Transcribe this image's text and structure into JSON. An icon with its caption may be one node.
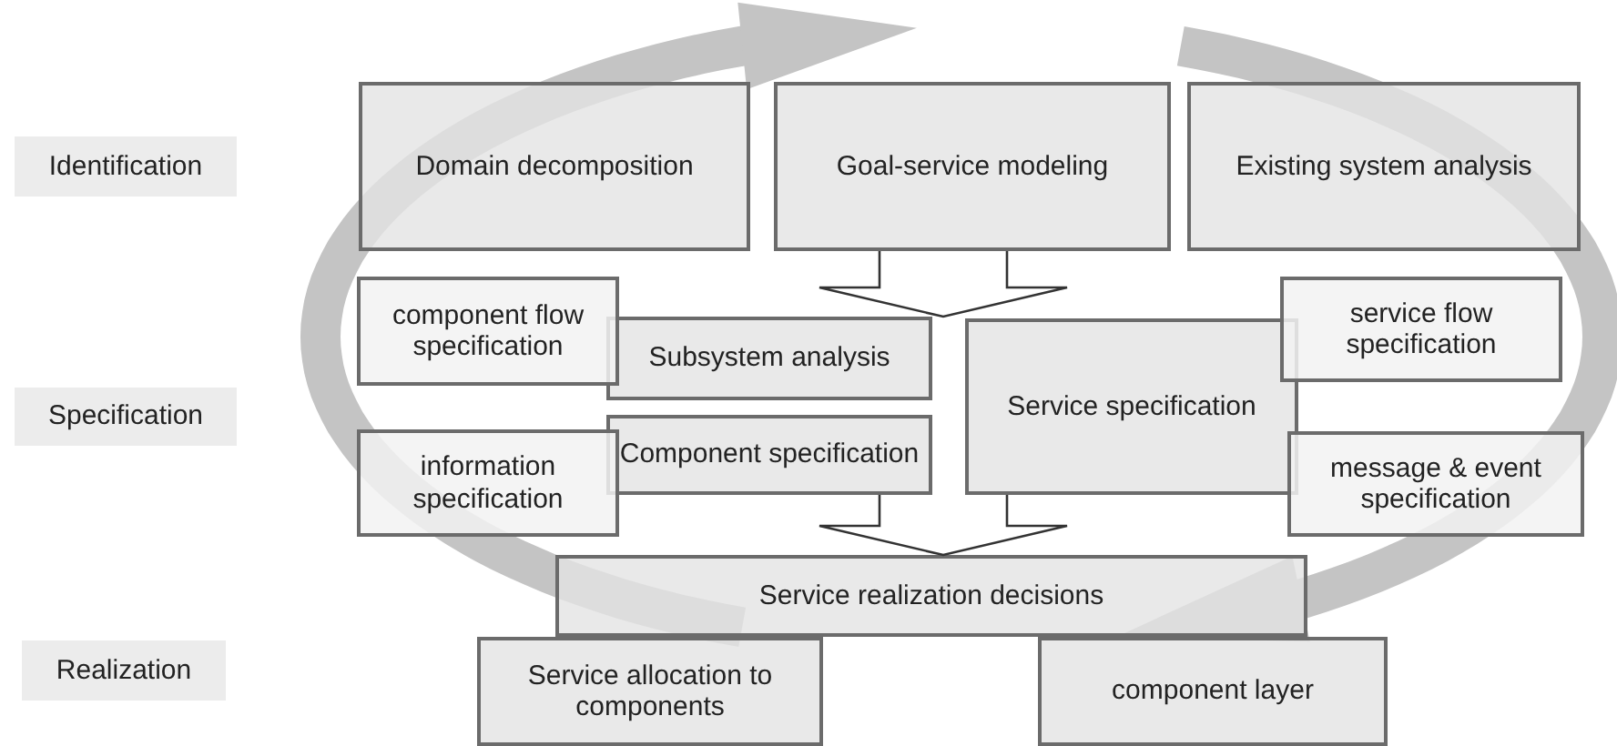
{
  "diagram": {
    "nodes": [
      {
        "text": [
          "Identification"
        ]
      },
      {
        "text": [
          "Domain decomposition"
        ]
      },
      {
        "text": [
          "Goal-service modeling"
        ]
      },
      {
        "text": [
          "Existing system analysis"
        ]
      },
      {
        "text": [
          "component flow specification"
        ]
      },
      {
        "text": [
          "service flow specification"
        ]
      },
      {
        "text": [
          "Subsystem analysis"
        ]
      },
      {
        "text": [
          "Service specification"
        ]
      },
      {
        "text": [
          "Specification"
        ]
      },
      {
        "text": [
          "Component specification"
        ]
      },
      {
        "text": [
          "information specification"
        ]
      },
      {
        "text": [
          "message & event specification"
        ]
      },
      {
        "text": [
          "Service realization decisions"
        ]
      },
      {
        "text": [
          "Realization"
        ]
      },
      {
        "text": [
          "Service allocation to components"
        ]
      },
      {
        "text": [
          "component layer"
        ]
      }
    ],
    "edges": [
      {
        "from": 2,
        "to": 6,
        "arrow": "to"
      },
      {
        "from": 2,
        "to": 7,
        "arrow": "to"
      },
      {
        "from": 9,
        "to": 12,
        "arrow": "to"
      },
      {
        "from": 7,
        "to": 12,
        "arrow": "to"
      }
    ]
  }
}
